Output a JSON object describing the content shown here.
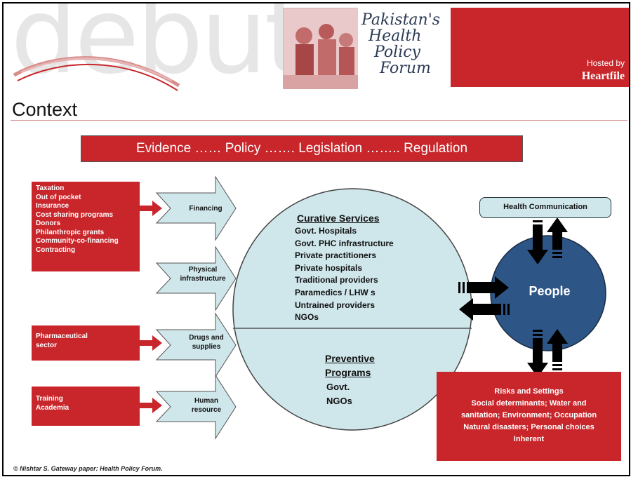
{
  "header": {
    "watermark": "debut",
    "logo_lines": [
      "Pakistan's",
      "Health",
      "Policy",
      "Forum"
    ],
    "hosted_by": "Hosted by",
    "host_name": "Heartfile"
  },
  "title": "Context",
  "banner": "Evidence …… Policy ……. Legislation …….. Regulation",
  "left_boxes": [
    {
      "items": [
        "Taxation",
        "Out of pocket",
        "Insurance",
        "Cost sharing programs",
        "Donors",
        "Philanthropic grants",
        "Community-co-financing",
        "Contracting"
      ]
    },
    {
      "items": [
        "Pharmaceutical",
        "sector"
      ]
    },
    {
      "items": [
        "Training",
        "Academia"
      ]
    }
  ],
  "chevrons": [
    {
      "label": "Financing"
    },
    {
      "label": "Physical\ninfrastructure"
    },
    {
      "label": "Drugs and\nsupplies"
    },
    {
      "label": "Human\nresource"
    }
  ],
  "curative": {
    "heading": "Curative Services",
    "items": [
      "Govt. Hospitals",
      "Govt. PHC infrastructure",
      "Private practitioners",
      "Private hospitals",
      "Traditional providers",
      "Paramedics / LHW s",
      "Untrained providers",
      "NGOs"
    ]
  },
  "preventive": {
    "heading_line1": "Preventive",
    "heading_line2": "Programs",
    "items": [
      "Govt.",
      "NGOs"
    ]
  },
  "people": "People",
  "health_communication": "Health Communication",
  "risks": {
    "lines": [
      "Risks and Settings",
      "Social determinants; Water and",
      "sanitation; Environment; Occupation",
      "Natural disasters; Personal choices",
      "Inherent"
    ]
  },
  "footer": "© Nishtar S. Gateway paper: Health Policy Forum.",
  "colors": {
    "red": "#c8262b",
    "light_blue": "#cfe6ea",
    "people_blue": "#2d5687"
  }
}
